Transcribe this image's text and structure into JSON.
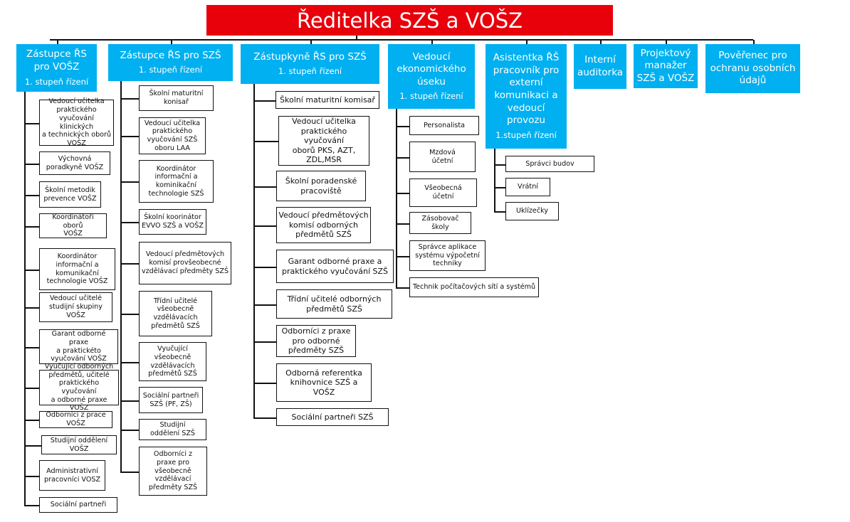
{
  "title": "Ředitelka SZŠ a VOŠZ",
  "colors": {
    "title_bg": "#e8000b",
    "header_bg": "#00b0f0",
    "line": "#111111"
  },
  "heads": [
    {
      "name": "Zástupce ŘS\npro VOŠZ",
      "level": "1. stupeň řízení"
    },
    {
      "name": "Zástupce ŘS pro SZŠ",
      "level": "1. stupeň řízení"
    },
    {
      "name": "Zástupkyně ŘS pro SZŠ",
      "level": "1. stupeň řízení"
    },
    {
      "name": "Vedoucí\nekonomického\núseku",
      "level": "1. stupeň řízení"
    },
    {
      "name": "Asistentka ŘŠ\npracovník pro\nexterní\nkomunikaci a\nvedoucí\nprovozu",
      "level": "1.stupeň řízení"
    },
    {
      "name": "Interní\nauditorka",
      "level": ""
    },
    {
      "name": "Projektový\nmanažer\nSZŠ a VOŠZ",
      "level": ""
    },
    {
      "name": "Pověřenec  pro\nochranu  osobních\núdajů",
      "level": ""
    }
  ],
  "columns": [
    [
      "Vedoucí učitelka\npraktického\nvyučování klinických\na technických oborů\nVOŠZ",
      "Výchovná\nporadkyně VOŠZ",
      "Školní metodik\nprevence VOŠZ",
      "Koordinátoři oborů\nVOŠZ",
      "Koordinátor\ninformační a\nkomunikační\ntechnologie VOŠZ",
      "Vedoucí učitelé\nstudijní skupiny\nVOŠZ",
      "Garant odborné praxe\na praktickéto\nvyučování VOŠZ",
      "Vyučující odborných\npředmětů, učitelé\npraktického vyučování\na odborné praxe VOŠZ",
      "Odborníci z prace\nVOŠZ",
      "Studijní oddělení\nVOŠZ",
      "Administrativní\npracovníci VOSZ",
      "Sociální partneři"
    ],
    [
      "Školní maturitní\nkonisař",
      "Vedoucí učitelka\npraktického\nvyučování SZŠ\noboru LAA",
      "Koordinátor\ninformační a\nkominikační\ntechnologie SZŠ",
      "Školní koorinátor\nEVVO SZŠ a VOŠZ",
      "Vedoucí předmětových\nkomisí provšeobecné\nvzdělávací předměty SZŠ",
      "Třídní učitelé\nvšeobecně\nvzdělávacích\npředmětů SZŠ",
      "Vyučující\nvšeobecně\nvzdělávacích\npředmětů SZŠ",
      "Sociální partneři\nSZŠ  (PF, ZŠ)",
      "Studijní\noddělení SZŠ",
      "Odborníci z\npraxe pro\nvšeobecně\nvzdělávací\npředměty SZŠ"
    ],
    [
      "Školní maturitní komisař",
      "Vedoucí učitelka\npraktického vyučování\noborů PKS, AZT,\nZDL,MSR",
      "Školní poradenské\npracoviště",
      "Vedoucí předmětových\nkomisí odborných\npředmětů SZŠ",
      "Garant odborné praxe a\npraktického vyučování SZŠ",
      "Třídní učitelé odborných\npředmětů SZŠ",
      "Odborníci z praxe\npro odborné\npředměty SZŠ",
      "Odborná referentka\nknihovnice SZŠ a VOŠZ",
      "Sociální partneři SZŠ"
    ],
    [
      "Personalista",
      "Mzdová\núčetní",
      "Všeobecná\núčetní",
      "Zásobovač\nškoly",
      "Správce aplikace\nsystému výpočetní\ntechniky",
      "Technik počítačových sítí a systémů"
    ],
    [
      "Správci budov",
      "Vrátní",
      "Uklízečky"
    ]
  ]
}
